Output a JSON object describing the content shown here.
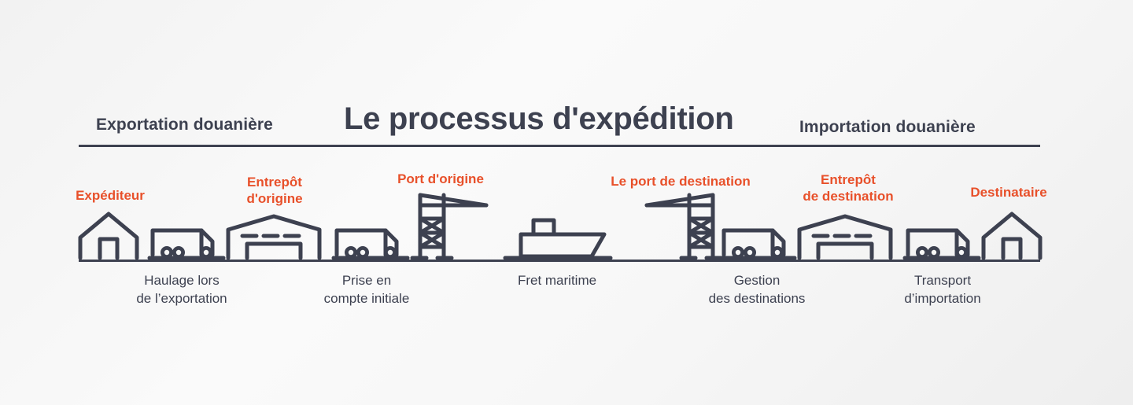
{
  "header": {
    "left_label": "Exportation douanière",
    "title": "Le processus d'expédition",
    "right_label": "Importation douanière"
  },
  "colors": {
    "accent": "#e8502a",
    "ink": "#3d4150",
    "background": "#f4f4f4"
  },
  "stages": {
    "top_labels": [
      {
        "text": "Expéditeur"
      },
      {
        "text": "Entrepôt\nd'origine"
      },
      {
        "text": "Port d'origine"
      },
      {
        "text": "Le port de destination"
      },
      {
        "text": "Entrepôt\nde destination"
      },
      {
        "text": "Destinataire"
      }
    ],
    "bottom_labels": [
      {
        "text": "Haulage lors\nde l’exportation"
      },
      {
        "text": "Prise en\ncompte initiale"
      },
      {
        "text": "Fret maritime"
      },
      {
        "text": "Gestion\ndes destinations"
      },
      {
        "text": "Transport\nd’importation"
      }
    ],
    "icons": [
      {
        "name": "house-origin-icon"
      },
      {
        "name": "truck-export-icon"
      },
      {
        "name": "warehouse-origin-icon"
      },
      {
        "name": "truck-initial-icon"
      },
      {
        "name": "crane-origin-icon"
      },
      {
        "name": "ship-icon"
      },
      {
        "name": "crane-destination-icon"
      },
      {
        "name": "truck-destination-icon"
      },
      {
        "name": "warehouse-destination-icon"
      },
      {
        "name": "truck-import-icon"
      },
      {
        "name": "house-destination-icon"
      }
    ]
  }
}
